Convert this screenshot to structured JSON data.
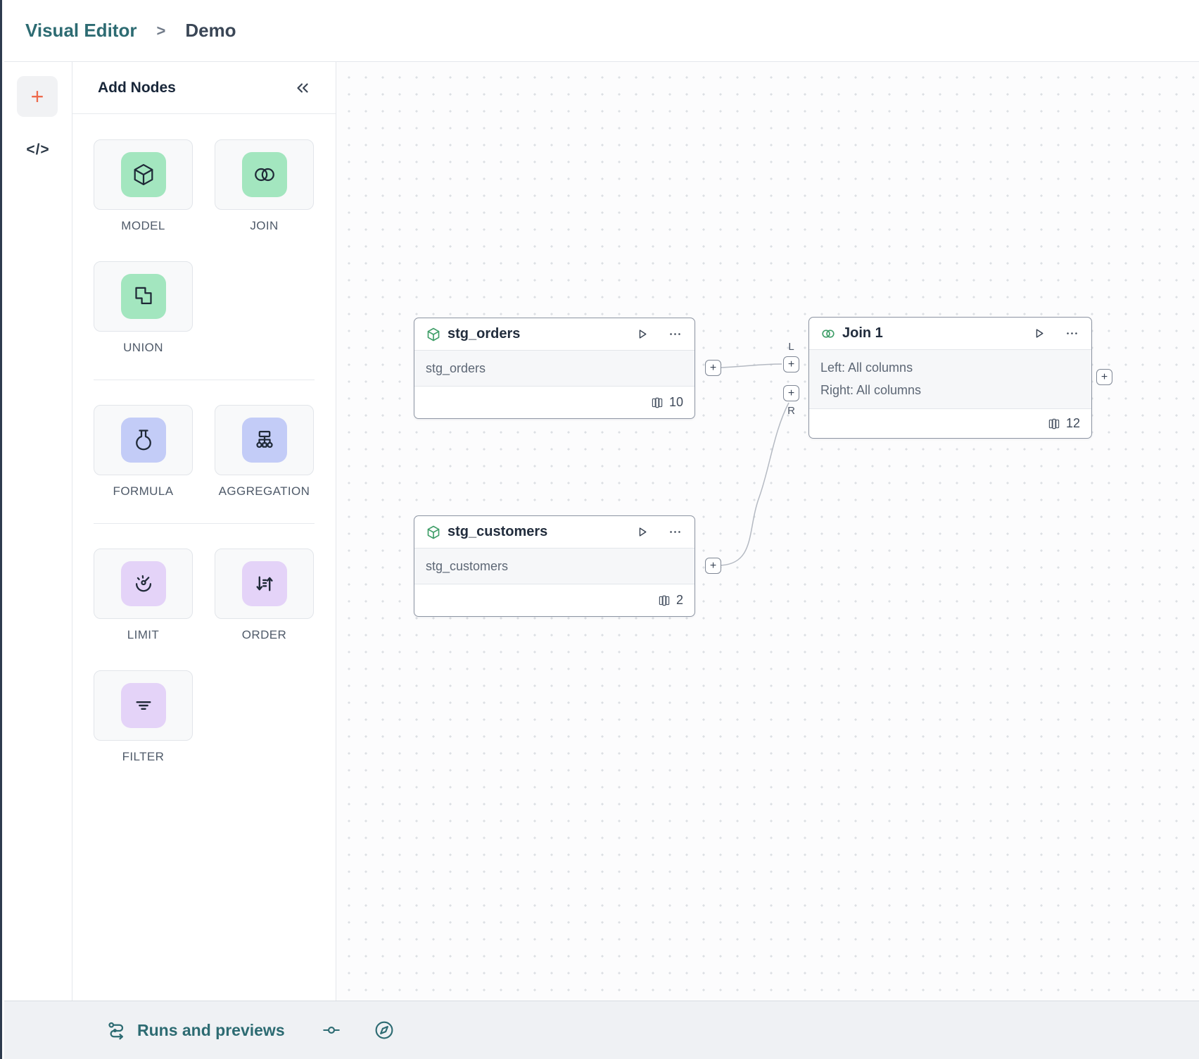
{
  "header": {
    "breadcrumb_root": "Visual Editor",
    "breadcrumb_sep": ">",
    "breadcrumb_current": "Demo"
  },
  "left_toolbar": {
    "add_label": "+",
    "code_label": "</>"
  },
  "panel": {
    "title": "Add Nodes",
    "collapse_icon": "chevrons-left",
    "items": [
      {
        "label": "MODEL",
        "icon": "cube-icon",
        "tint": "green"
      },
      {
        "label": "JOIN",
        "icon": "join-circles-icon",
        "tint": "green"
      },
      {
        "label": "UNION",
        "icon": "union-shapes-icon",
        "tint": "green"
      },
      {
        "label": "FORMULA",
        "icon": "flask-icon",
        "tint": "indigo"
      },
      {
        "label": "AGGREGATION",
        "icon": "hierarchy-icon",
        "tint": "indigo"
      },
      {
        "label": "LIMIT",
        "icon": "gauge-icon",
        "tint": "purple"
      },
      {
        "label": "ORDER",
        "icon": "sort-arrows-icon",
        "tint": "purple"
      },
      {
        "label": "FILTER",
        "icon": "filter-lines-icon",
        "tint": "purple"
      }
    ]
  },
  "canvas": {
    "plus": "+",
    "nodes": [
      {
        "type": "model",
        "title": "stg_orders",
        "subtitle": "stg_orders",
        "column_count": "10"
      },
      {
        "type": "model",
        "title": "stg_customers",
        "subtitle": "stg_customers",
        "column_count": "2"
      },
      {
        "type": "join",
        "title": "Join 1",
        "body_line1": "Left: All columns",
        "body_line2": "Right: All columns",
        "column_count": "12",
        "left_handle_label": "L",
        "right_handle_label": "R"
      }
    ]
  },
  "bottom_bar": {
    "runs_label": "Runs and previews"
  },
  "colors": {
    "accent_teal": "#2d6b72",
    "accent_orange": "#ed6a4c",
    "tint_green": "#a3e6bf",
    "tint_indigo": "#c3ccf7",
    "tint_purple": "#e4d3f8",
    "node_icon_green": "#3f9e68"
  }
}
